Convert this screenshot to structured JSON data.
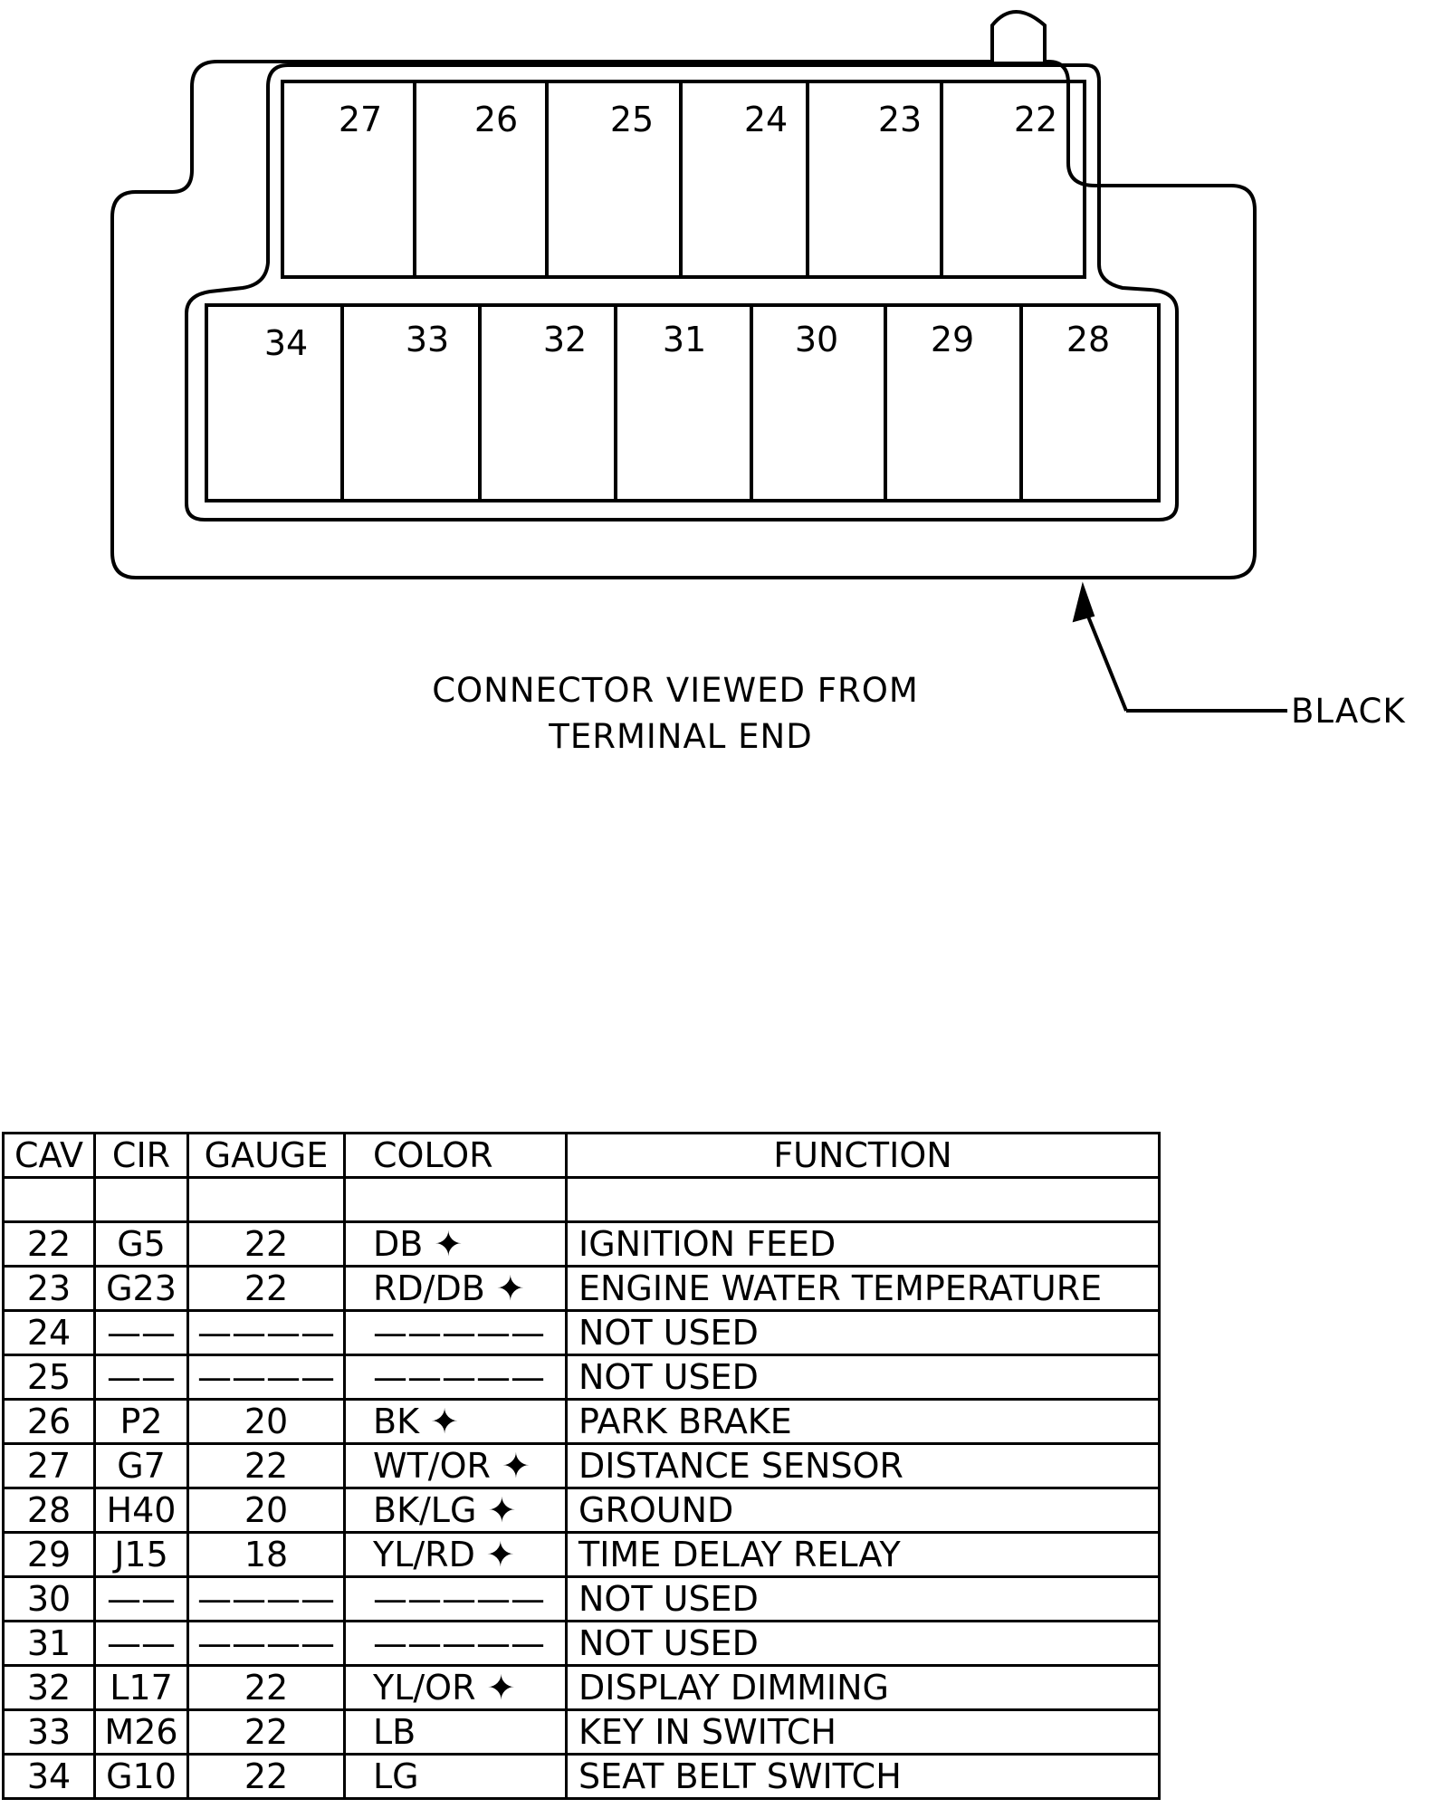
{
  "diagram": {
    "top_row_cavities": [
      "27",
      "26",
      "25",
      "24",
      "23",
      "22"
    ],
    "bottom_row_cavities": [
      "34",
      "33",
      "32",
      "31",
      "30",
      "29",
      "28"
    ],
    "caption_line1": "CONNECTOR VIEWED FROM",
    "caption_line2": "TERMINAL END",
    "color_callout": "BLACK"
  },
  "table": {
    "headers": {
      "cav": "CAV",
      "cir": "CIR",
      "gauge": "GAUGE",
      "color": "COLOR",
      "function": "FUNCTION"
    },
    "rows": [
      {
        "cav": "22",
        "cir": "G5",
        "gauge": "22",
        "color": "DB ✦",
        "function": "IGNITION FEED"
      },
      {
        "cav": "23",
        "cir": "G23",
        "gauge": "22",
        "color": "RD/DB ✦",
        "function": "ENGINE WATER TEMPERATURE"
      },
      {
        "cav": "24",
        "cir": "——",
        "gauge": "————",
        "color": "—————",
        "function": "NOT USED"
      },
      {
        "cav": "25",
        "cir": "——",
        "gauge": "————",
        "color": "—————",
        "function": "NOT USED"
      },
      {
        "cav": "26",
        "cir": "P2",
        "gauge": "20",
        "color": "BK ✦",
        "function": "PARK BRAKE"
      },
      {
        "cav": "27",
        "cir": "G7",
        "gauge": "22",
        "color": "WT/OR ✦",
        "function": "DISTANCE SENSOR"
      },
      {
        "cav": "28",
        "cir": "H40",
        "gauge": "20",
        "color": "BK/LG ✦",
        "function": "GROUND"
      },
      {
        "cav": "29",
        "cir": "J15",
        "gauge": "18",
        "color": "YL/RD ✦",
        "function": "TIME DELAY RELAY"
      },
      {
        "cav": "30",
        "cir": "——",
        "gauge": "————",
        "color": "—————",
        "function": "NOT USED"
      },
      {
        "cav": "31",
        "cir": "——",
        "gauge": "————",
        "color": "—————",
        "function": "NOT USED"
      },
      {
        "cav": "32",
        "cir": "L17",
        "gauge": "22",
        "color": "YL/OR ✦",
        "function": "DISPLAY DIMMING"
      },
      {
        "cav": "33",
        "cir": "M26",
        "gauge": "22",
        "color": "LB",
        "function": "KEY IN SWITCH"
      },
      {
        "cav": "34",
        "cir": "G10",
        "gauge": "22",
        "color": "LG",
        "function": "SEAT BELT SWITCH"
      }
    ]
  }
}
